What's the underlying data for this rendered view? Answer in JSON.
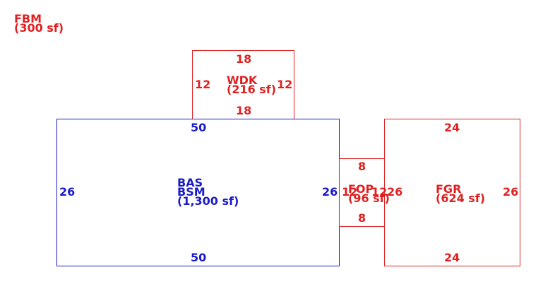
{
  "colors": {
    "red": "#e02020",
    "blue": "#1a1ac8"
  },
  "fbm": {
    "code": "FBM",
    "area": "(300 sf)"
  },
  "wdk": {
    "code": "WDK",
    "area": "(216 sf)",
    "top": "18",
    "bottom": "18",
    "left": "12",
    "right": "12"
  },
  "bas": {
    "code1": "BAS",
    "code2": "BSM",
    "area": "(1,300 sf)",
    "top": "50",
    "bottom": "50",
    "left": "26",
    "right": "26"
  },
  "fop": {
    "code": "FOP",
    "area": "(96 sf)",
    "top": "8",
    "bottom": "8",
    "left": "12",
    "right": "12"
  },
  "fgr": {
    "code": "FGR",
    "area": "(624 sf)",
    "top": "24",
    "bottom": "24",
    "left": "26",
    "right": "26"
  }
}
